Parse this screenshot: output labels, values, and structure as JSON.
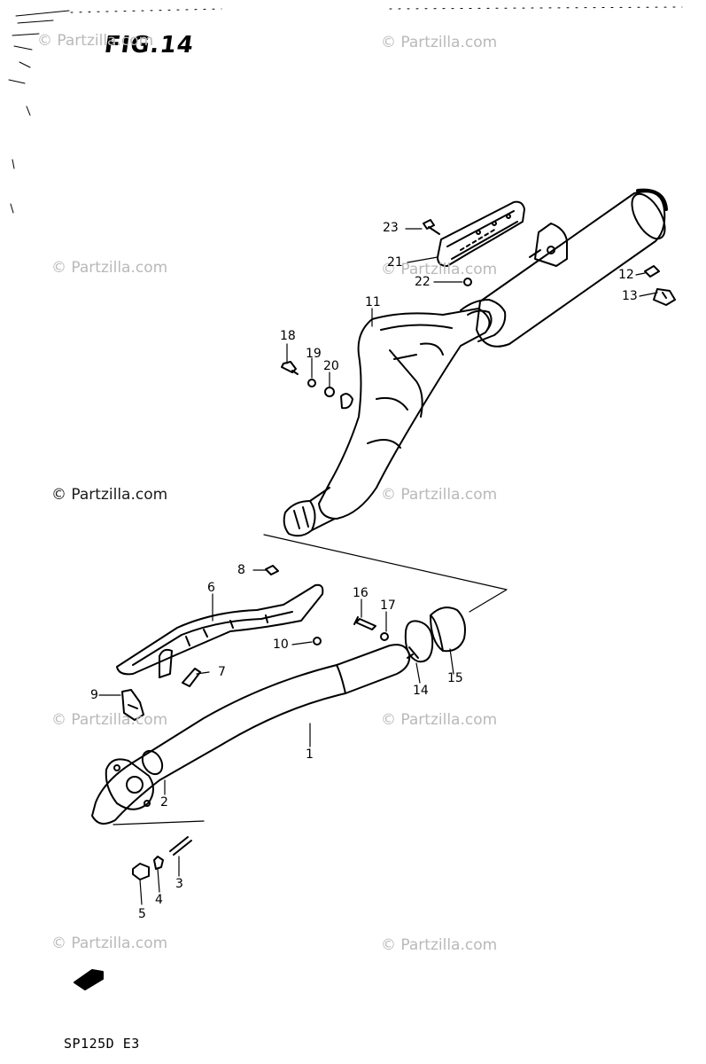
{
  "figure": {
    "title": "FIG.14",
    "footer": "SP125D E3"
  },
  "watermark": {
    "text": "© Partzilla.com",
    "text_prominent": "© Partzilla.com"
  },
  "callouts": {
    "p1": "1",
    "p2": "2",
    "p3": "3",
    "p4": "4",
    "p5": "5",
    "p6": "6",
    "p7": "7",
    "p8": "8",
    "p9": "9",
    "p10": "10",
    "p11": "11",
    "p12": "12",
    "p13": "13",
    "p14": "14",
    "p15": "15",
    "p16": "16",
    "p17": "17",
    "p18": "18",
    "p19": "19",
    "p20": "20",
    "p21": "21",
    "p22": "22",
    "p23": "23"
  }
}
